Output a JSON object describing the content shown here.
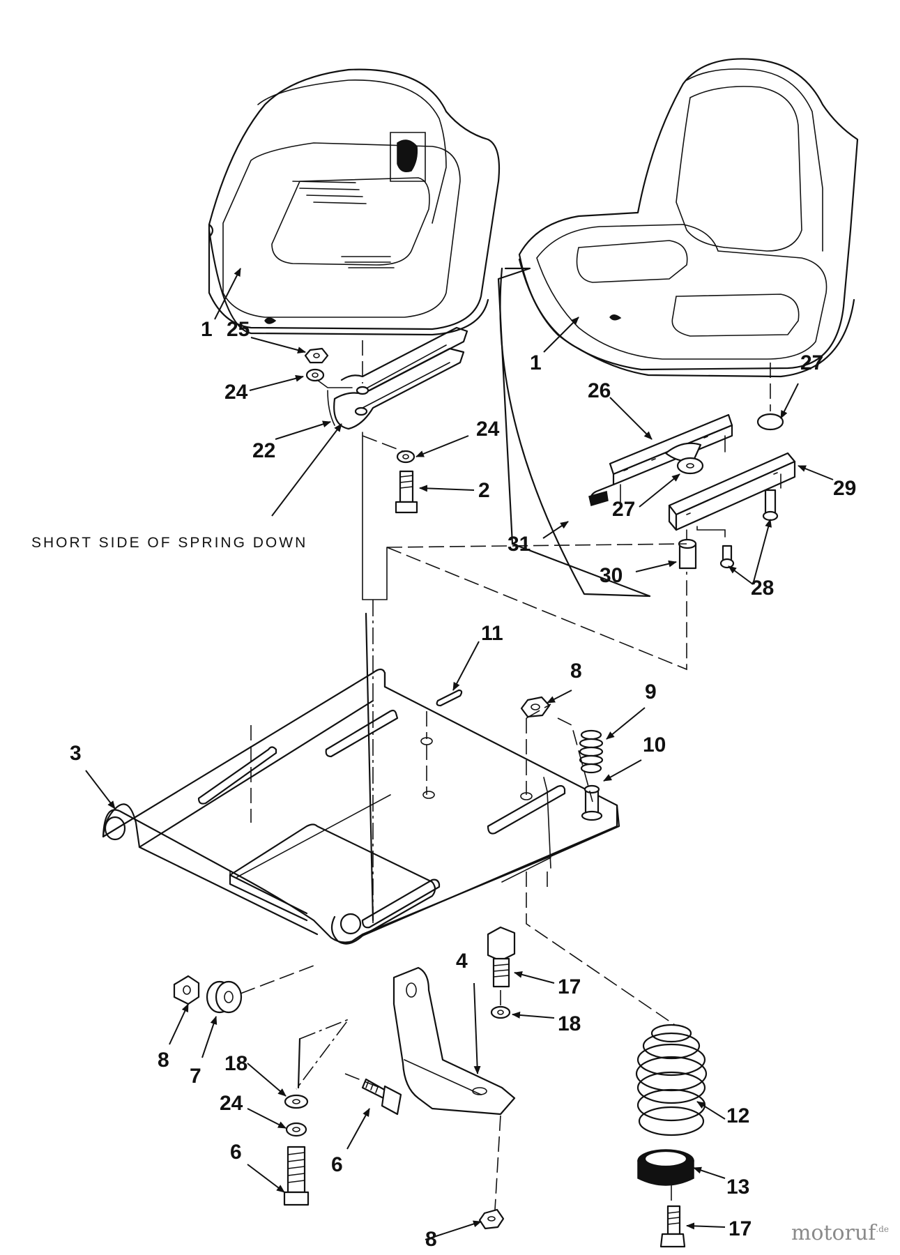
{
  "diagram": {
    "note_text": "SHORT SIDE OF SPRING DOWN",
    "callouts": [
      {
        "id": "c1a",
        "label": "1"
      },
      {
        "id": "c25",
        "label": "25"
      },
      {
        "id": "c24a",
        "label": "24"
      },
      {
        "id": "c22",
        "label": "22"
      },
      {
        "id": "c24b",
        "label": "24"
      },
      {
        "id": "c2",
        "label": "2"
      },
      {
        "id": "c1b",
        "label": "1"
      },
      {
        "id": "c27a",
        "label": "27"
      },
      {
        "id": "c26",
        "label": "26"
      },
      {
        "id": "c29",
        "label": "29"
      },
      {
        "id": "c27b",
        "label": "27"
      },
      {
        "id": "c31",
        "label": "31"
      },
      {
        "id": "c30",
        "label": "30"
      },
      {
        "id": "c28",
        "label": "28"
      },
      {
        "id": "c11",
        "label": "11"
      },
      {
        "id": "c8a",
        "label": "8"
      },
      {
        "id": "c9",
        "label": "9"
      },
      {
        "id": "c10",
        "label": "10"
      },
      {
        "id": "c3",
        "label": "3"
      },
      {
        "id": "c4",
        "label": "4"
      },
      {
        "id": "c17a",
        "label": "17"
      },
      {
        "id": "c18a",
        "label": "18"
      },
      {
        "id": "c8b",
        "label": "8"
      },
      {
        "id": "c7",
        "label": "7"
      },
      {
        "id": "c18b",
        "label": "18"
      },
      {
        "id": "c24c",
        "label": "24"
      },
      {
        "id": "c6a",
        "label": "6"
      },
      {
        "id": "c6b",
        "label": "6"
      },
      {
        "id": "c12",
        "label": "12"
      },
      {
        "id": "c13",
        "label": "13"
      },
      {
        "id": "c8c",
        "label": "8"
      },
      {
        "id": "c17b",
        "label": "17"
      }
    ]
  },
  "watermark": {
    "brand": "motoruf",
    "tld": ".de"
  }
}
